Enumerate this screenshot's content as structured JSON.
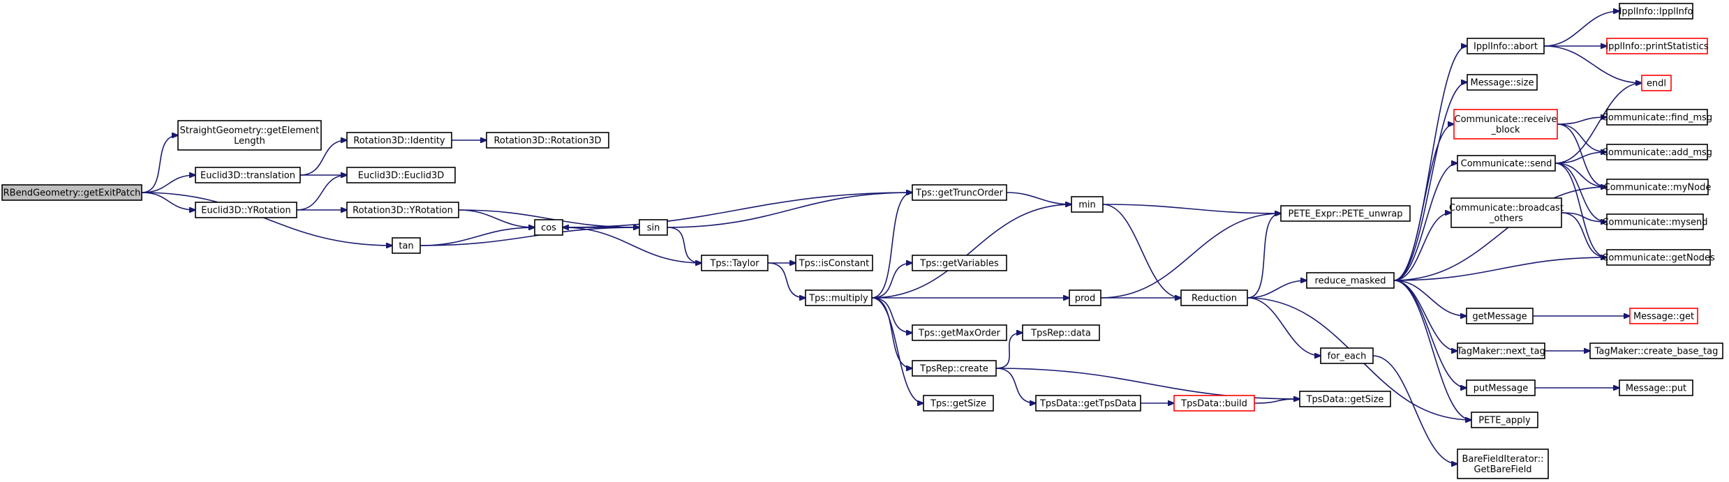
{
  "graph": {
    "colors": {
      "edge": "#191970",
      "node_border": "#000000",
      "root_fill": "#bfbfbf",
      "red_border": "#ff0000"
    },
    "nodes": [
      {
        "id": "root",
        "label": [
          "RBendGeometry::getExitPatch"
        ],
        "style": "root"
      },
      {
        "id": "sg_getel",
        "label": [
          "StraightGeometry::getElement",
          "Length"
        ]
      },
      {
        "id": "e3_trans",
        "label": [
          "Euclid3D::translation"
        ]
      },
      {
        "id": "e3_yrot",
        "label": [
          "Euclid3D::YRotation"
        ]
      },
      {
        "id": "r3_ident",
        "label": [
          "Rotation3D::Identity"
        ]
      },
      {
        "id": "e3_e3",
        "label": [
          "Euclid3D::Euclid3D"
        ]
      },
      {
        "id": "r3_yrot",
        "label": [
          "Rotation3D::YRotation"
        ]
      },
      {
        "id": "r3_r3",
        "label": [
          "Rotation3D::Rotation3D"
        ]
      },
      {
        "id": "tan",
        "label": [
          "tan"
        ]
      },
      {
        "id": "cos",
        "label": [
          "cos"
        ]
      },
      {
        "id": "sin",
        "label": [
          "sin"
        ]
      },
      {
        "id": "tps_trunc",
        "label": [
          "Tps::getTruncOrder"
        ]
      },
      {
        "id": "tps_taylor",
        "label": [
          "Tps::Taylor"
        ]
      },
      {
        "id": "tps_iscon",
        "label": [
          "Tps::isConstant"
        ]
      },
      {
        "id": "tps_mult",
        "label": [
          "Tps::multiply"
        ]
      },
      {
        "id": "tps_getvar",
        "label": [
          "Tps::getVariables"
        ]
      },
      {
        "id": "tps_maxord",
        "label": [
          "Tps::getMaxOrder"
        ]
      },
      {
        "id": "tpsrep_data",
        "label": [
          "TpsRep::data"
        ]
      },
      {
        "id": "tpsrep_create",
        "label": [
          "TpsRep::create"
        ]
      },
      {
        "id": "tps_getsize",
        "label": [
          "Tps::getSize"
        ]
      },
      {
        "id": "tpsdata_get",
        "label": [
          "TpsData::getTpsData"
        ]
      },
      {
        "id": "tpsdata_build",
        "label": [
          "TpsData::build"
        ],
        "style": "red"
      },
      {
        "id": "tpsdata_size",
        "label": [
          "TpsData::getSize"
        ]
      },
      {
        "id": "min",
        "label": [
          "min"
        ]
      },
      {
        "id": "prod",
        "label": [
          "prod"
        ]
      },
      {
        "id": "pete_unwrap",
        "label": [
          "PETE_Expr::PETE_unwrap"
        ]
      },
      {
        "id": "reduction",
        "label": [
          "Reduction"
        ]
      },
      {
        "id": "for_each",
        "label": [
          "for_each"
        ]
      },
      {
        "id": "bfi",
        "label": [
          "BareFieldIterator::",
          "GetBareField"
        ]
      },
      {
        "id": "reduce_masked",
        "label": [
          "reduce_masked"
        ]
      },
      {
        "id": "pete_apply",
        "label": [
          "PETE_apply"
        ]
      },
      {
        "id": "ippl_abort",
        "label": [
          "IpplInfo::abort"
        ]
      },
      {
        "id": "msg_size",
        "label": [
          "Message::size"
        ]
      },
      {
        "id": "comm_recv",
        "label": [
          "Communicate::receive",
          "_block"
        ],
        "style": "red"
      },
      {
        "id": "comm_send",
        "label": [
          "Communicate::send"
        ]
      },
      {
        "id": "comm_bcast",
        "label": [
          "Communicate::broadcast",
          "_others"
        ]
      },
      {
        "id": "getmessage",
        "label": [
          "getMessage"
        ]
      },
      {
        "id": "tm_next",
        "label": [
          "TagMaker::next_tag"
        ]
      },
      {
        "id": "putmessage",
        "label": [
          "putMessage"
        ]
      },
      {
        "id": "ippl_info",
        "label": [
          "IpplInfo::IpplInfo"
        ]
      },
      {
        "id": "ippl_print",
        "label": [
          "IpplInfo::printStatistics"
        ],
        "style": "red"
      },
      {
        "id": "endl",
        "label": [
          "endl"
        ],
        "style": "red"
      },
      {
        "id": "comm_find",
        "label": [
          "Communicate::find_msg"
        ]
      },
      {
        "id": "comm_add",
        "label": [
          "Communicate::add_msg"
        ]
      },
      {
        "id": "comm_mynode",
        "label": [
          "Communicate::myNode"
        ]
      },
      {
        "id": "comm_mysend",
        "label": [
          "Communicate::mysend"
        ]
      },
      {
        "id": "comm_getnodes",
        "label": [
          "Communicate::getNodes"
        ]
      },
      {
        "id": "msg_get",
        "label": [
          "Message::get"
        ],
        "style": "red"
      },
      {
        "id": "tm_create",
        "label": [
          "TagMaker::create_base_tag"
        ]
      },
      {
        "id": "msg_put",
        "label": [
          "Message::put"
        ]
      }
    ],
    "edges": [
      [
        "root",
        "sg_getel"
      ],
      [
        "root",
        "e3_trans"
      ],
      [
        "root",
        "e3_yrot"
      ],
      [
        "root",
        "tan"
      ],
      [
        "e3_trans",
        "r3_ident"
      ],
      [
        "e3_trans",
        "e3_e3"
      ],
      [
        "e3_yrot",
        "e3_e3"
      ],
      [
        "e3_yrot",
        "r3_yrot"
      ],
      [
        "r3_ident",
        "r3_r3"
      ],
      [
        "r3_yrot",
        "cos"
      ],
      [
        "r3_yrot",
        "sin"
      ],
      [
        "tan",
        "cos"
      ],
      [
        "tan",
        "sin"
      ],
      [
        "cos",
        "sin"
      ],
      [
        "cos",
        "tps_trunc"
      ],
      [
        "cos",
        "tps_taylor"
      ],
      [
        "sin",
        "cos"
      ],
      [
        "sin",
        "tps_trunc"
      ],
      [
        "sin",
        "tps_taylor"
      ],
      [
        "tps_taylor",
        "tps_iscon"
      ],
      [
        "tps_taylor",
        "tps_mult"
      ],
      [
        "tps_mult",
        "tps_trunc"
      ],
      [
        "tps_mult",
        "min"
      ],
      [
        "tps_mult",
        "tps_getvar"
      ],
      [
        "tps_mult",
        "prod"
      ],
      [
        "tps_mult",
        "tps_maxord"
      ],
      [
        "tps_mult",
        "tpsrep_create"
      ],
      [
        "tps_mult",
        "tps_getsize"
      ],
      [
        "tps_trunc",
        "min"
      ],
      [
        "tpsrep_create",
        "tpsrep_data"
      ],
      [
        "tpsrep_create",
        "tpsdata_get"
      ],
      [
        "tpsrep_create",
        "tpsdata_size"
      ],
      [
        "tpsdata_get",
        "tpsdata_build"
      ],
      [
        "tpsdata_build",
        "tpsdata_size"
      ],
      [
        "min",
        "pete_unwrap"
      ],
      [
        "min",
        "reduction"
      ],
      [
        "prod",
        "pete_unwrap"
      ],
      [
        "prod",
        "reduction"
      ],
      [
        "reduction",
        "pete_unwrap"
      ],
      [
        "reduction",
        "reduce_masked"
      ],
      [
        "reduction",
        "for_each"
      ],
      [
        "reduction",
        "pete_apply"
      ],
      [
        "for_each",
        "bfi"
      ],
      [
        "reduce_masked",
        "ippl_abort"
      ],
      [
        "reduce_masked",
        "msg_size"
      ],
      [
        "reduce_masked",
        "comm_recv"
      ],
      [
        "reduce_masked",
        "comm_send"
      ],
      [
        "reduce_masked",
        "comm_mynode"
      ],
      [
        "reduce_masked",
        "comm_bcast"
      ],
      [
        "reduce_masked",
        "comm_getnodes"
      ],
      [
        "reduce_masked",
        "getmessage"
      ],
      [
        "reduce_masked",
        "tm_next"
      ],
      [
        "reduce_masked",
        "putmessage"
      ],
      [
        "reduce_masked",
        "pete_apply"
      ],
      [
        "ippl_abort",
        "ippl_info"
      ],
      [
        "ippl_abort",
        "ippl_print"
      ],
      [
        "ippl_abort",
        "endl"
      ],
      [
        "comm_recv",
        "comm_find"
      ],
      [
        "comm_recv",
        "comm_add"
      ],
      [
        "comm_recv",
        "comm_mynode"
      ],
      [
        "comm_send",
        "endl"
      ],
      [
        "comm_send",
        "comm_add"
      ],
      [
        "comm_send",
        "comm_mynode"
      ],
      [
        "comm_send",
        "comm_mysend"
      ],
      [
        "comm_send",
        "comm_getnodes"
      ],
      [
        "comm_bcast",
        "comm_mysend"
      ],
      [
        "comm_bcast",
        "comm_getnodes"
      ],
      [
        "getmessage",
        "msg_get"
      ],
      [
        "tm_next",
        "tm_create"
      ],
      [
        "putmessage",
        "msg_put"
      ]
    ]
  }
}
